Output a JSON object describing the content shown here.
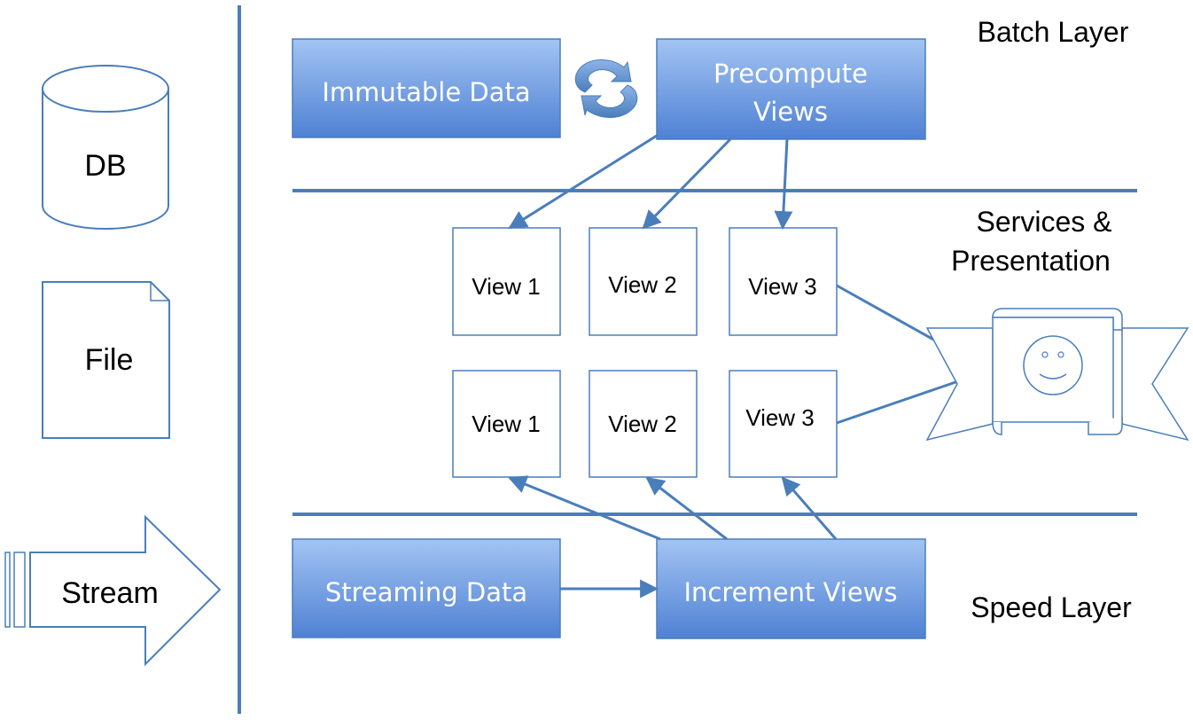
{
  "sources": {
    "db_label": "DB",
    "file_label": "File",
    "stream_label": "Stream"
  },
  "layers": {
    "batch": "Batch Layer",
    "services_line1": "Services &",
    "services_line2": "Presentation",
    "speed": "Speed Layer"
  },
  "boxes": {
    "immutable_data": "Immutable Data",
    "precompute_line1": "Precompute",
    "precompute_line2": "Views",
    "streaming_data": "Streaming Data",
    "increment_views": "Increment Views"
  },
  "batch_views": [
    "View 1",
    "View 2",
    "View 3"
  ],
  "realtime_views": [
    "View 1",
    "View 2",
    "View 3"
  ],
  "colors": {
    "accent": "#4a7ebb",
    "box_top": "#a3c4f3",
    "box_bottom": "#4f81d4",
    "outline": "#4a7ebb"
  },
  "icons": {
    "db": "database-cylinder-icon",
    "file": "document-icon",
    "stream": "stream-arrow-icon",
    "cycle": "circular-arrows-icon",
    "consumer": "smiley-banner-icon"
  }
}
